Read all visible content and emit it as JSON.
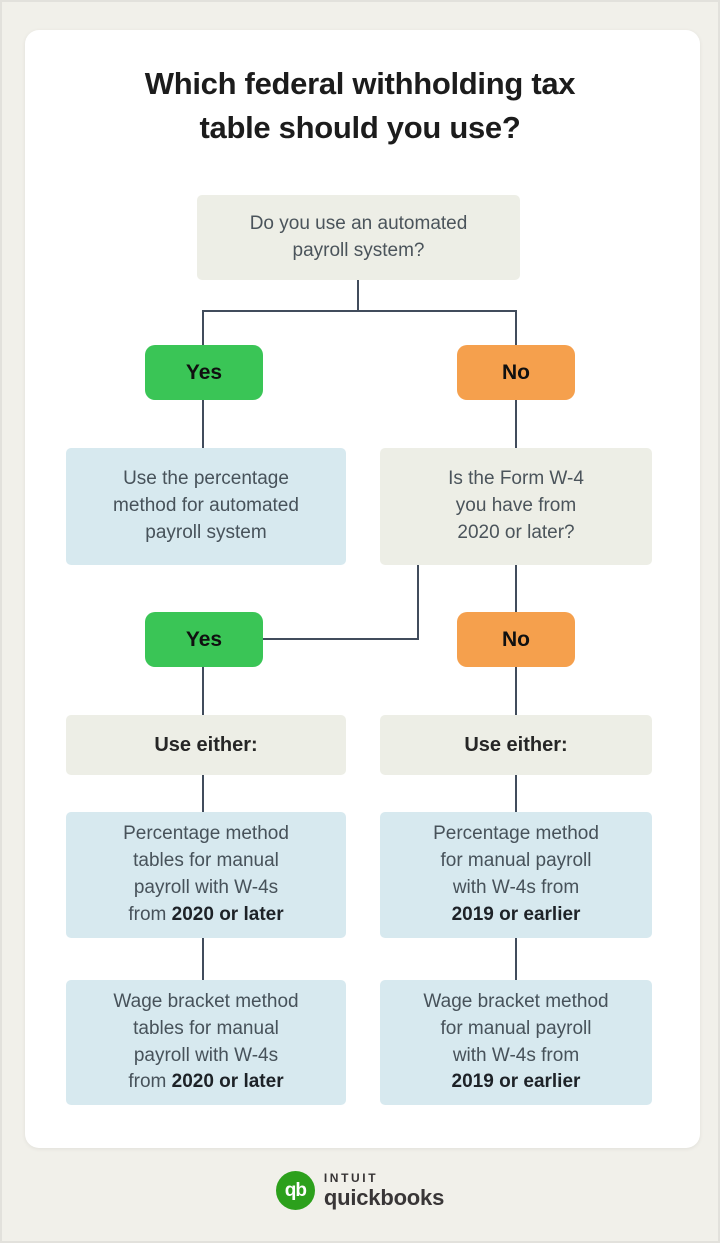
{
  "page": {
    "title": "Which federal withholding tax\ntable should you use?"
  },
  "flowchart": {
    "question_automated": {
      "text": "Do you use an automated\npayroll system?"
    },
    "branch1": {
      "yes_label": "Yes",
      "no_label": "No"
    },
    "result_percentage_automated": {
      "text": "Use the percentage\nmethod for automated\npayroll system"
    },
    "question_w4_year": {
      "text": "Is the Form W-4\nyou have from\n2020 or later?"
    },
    "branch2": {
      "yes_label": "Yes",
      "no_label": "No"
    },
    "use_either_left": {
      "text": "Use either:"
    },
    "use_either_right": {
      "text": "Use either:"
    },
    "percentage_manual_2020": {
      "text": "Percentage method\ntables for manual\npayroll with W-4s\nfrom",
      "bold": "2020 or later"
    },
    "percentage_manual_2019": {
      "text": "Percentage method\nfor manual payroll\nwith W-4s from\n",
      "bold": "2019 or earlier"
    },
    "wage_bracket_2020": {
      "text": "Wage bracket method\ntables for manual\npayroll with W-4s\nfrom",
      "bold": "2020 or later"
    },
    "wage_bracket_2019": {
      "text": "Wage bracket method\nfor manual payroll\nwith W-4s from\n",
      "bold": "2019 or earlier"
    }
  },
  "footer": {
    "qb_monogram": "qb",
    "brand_top": "INTUIT",
    "brand_bottom": "quickbooks"
  },
  "colors": {
    "bg": "#f1f0ea",
    "gray_box": "#edeee6",
    "blue_box": "#d7e9ef",
    "green": "#3ac556",
    "orange": "#f5a04d",
    "line": "#414c5c",
    "qb_green": "#2ca01c"
  }
}
